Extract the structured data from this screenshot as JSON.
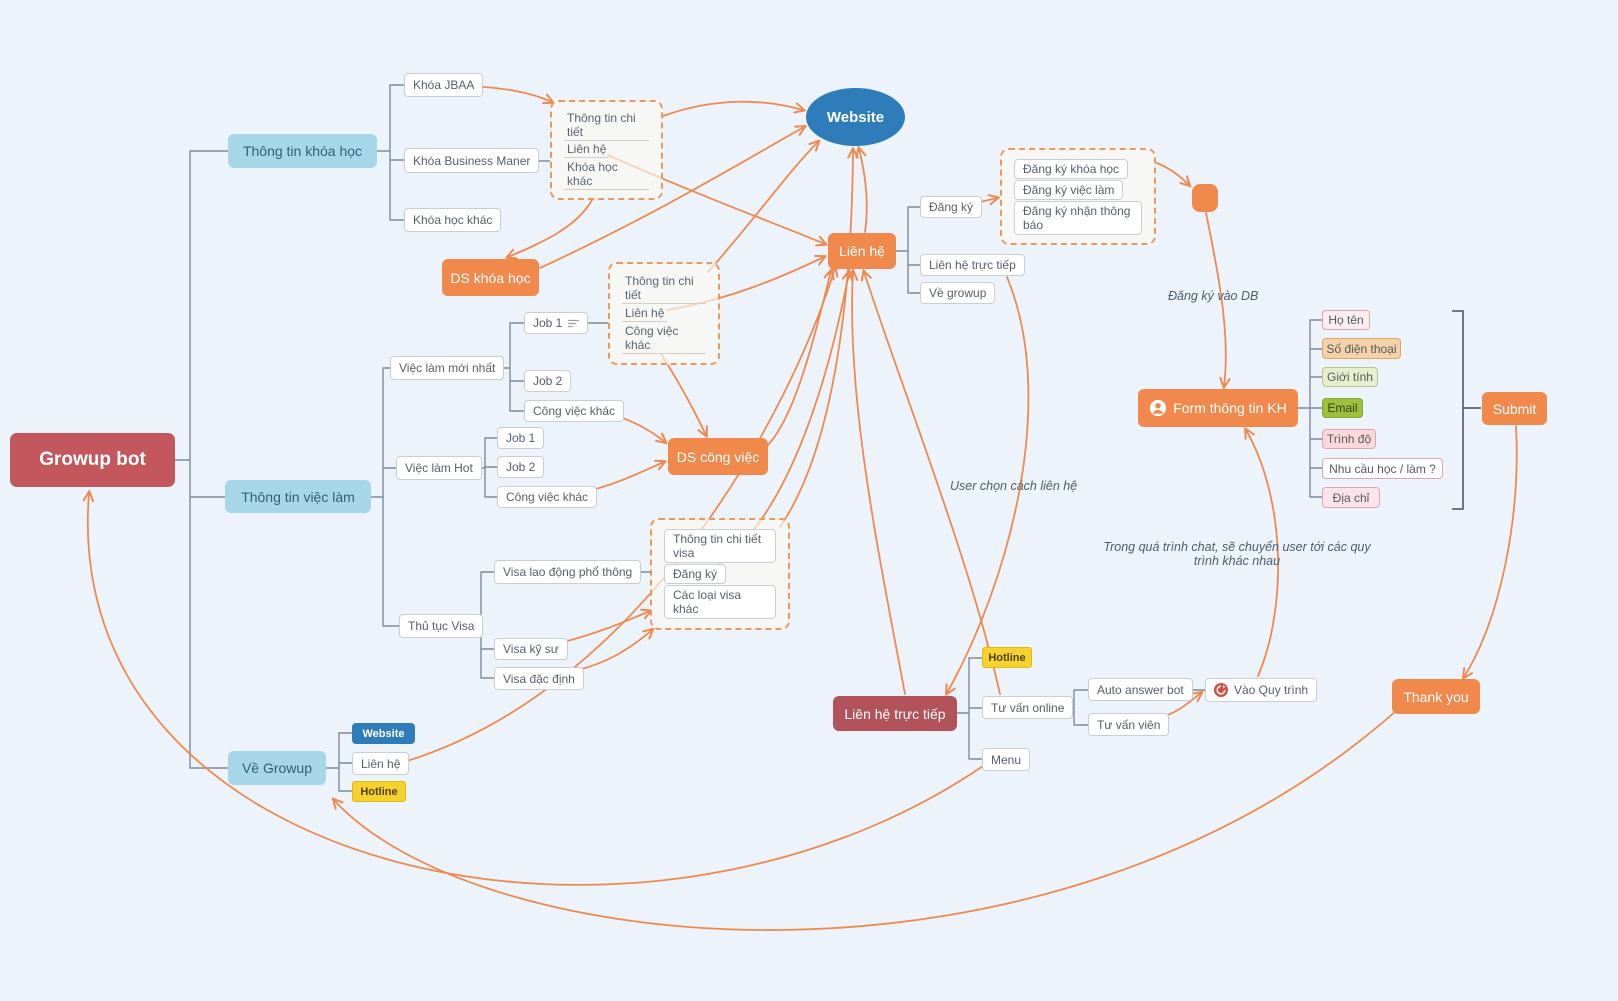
{
  "root": {
    "label": "Growup bot"
  },
  "website": {
    "label": "Website"
  },
  "branches": {
    "courses": "Thông tin khóa học",
    "jobs": "Thông tin việc làm",
    "about": "Về Growup"
  },
  "courses": {
    "jbaa": "Khóa JBAA",
    "business": "Khóa Business Maner",
    "other": "Khóa học khác",
    "detail_box": {
      "detail": "Thông tin chi tiết",
      "contact": "Liên hệ",
      "other": "Khóa học khác"
    },
    "list": "DS khóa học"
  },
  "jobs": {
    "newest": "Việc làm mới nhất",
    "newest_items": [
      "Job 1",
      "Job 2",
      "Công việc khác"
    ],
    "hot": "Việc làm Hot",
    "hot_items": [
      "Job 1",
      "Job 2",
      "Công việc khác"
    ],
    "detail_box": {
      "detail": "Thông tin chi tiết",
      "contact": "Liên hệ",
      "other": "Công việc khác"
    },
    "list": "DS công việc",
    "visa": "Thủ tục Visa",
    "visa_items": [
      "Visa lao động phổ thông",
      "Visa kỹ sư",
      "Visa đặc định"
    ],
    "visa_box": {
      "detail": "Thông tin chi tiết visa",
      "register": "Đăng ký",
      "other": "Các loại visa khác"
    }
  },
  "about": {
    "website": "Website",
    "contact": "Liên hệ",
    "hotline": "Hotline"
  },
  "contact": {
    "label": "Liên hệ",
    "register": "Đăng ký",
    "direct": "Liên hệ trực tiếp",
    "about": "Về growup",
    "register_box": {
      "course": "Đăng ký khóa học",
      "job": "Đăng ký việc làm",
      "notify": "Đăng ký nhận thông báo"
    }
  },
  "form": {
    "db_note": "Đăng ký vào DB",
    "title": "Form thông tin KH",
    "fields": [
      "Họ tên",
      "Số điện thoại",
      "Giới tính",
      "Email",
      "Trình độ",
      "Nhu cầu học / làm ?",
      "Địa chỉ"
    ],
    "submit": "Submit",
    "thank_you": "Thank you"
  },
  "direct": {
    "label": "Liên hệ trực tiếp",
    "hotline": "Hotline",
    "online": "Tư vấn online",
    "menu": "Menu",
    "auto_bot": "Auto answer bot",
    "agent": "Tư vấn viên",
    "process": "Vào Quy trình"
  },
  "notes": {
    "user_choice": "User chọn cách liên hệ",
    "transfer": "Trong quá trình chat, sẽ chuyển user tới các quy trình khác nhau"
  },
  "colors": {
    "background": "#ecf3fa",
    "root": "#c4575e",
    "branch": "#a6d7e8",
    "orange": "#f1884c",
    "blue": "#2e7cb9",
    "yellow": "#f6d22e",
    "dark_red": "#b2525a",
    "arrow": "#ee8a50",
    "tree_line": "#7e8b99",
    "field_palette": [
      "#fdeef0",
      "#f3d1a9",
      "#e6eecd",
      "#9cc03e",
      "#fad8dc",
      "#ffffff",
      "#fbe3ea"
    ]
  }
}
